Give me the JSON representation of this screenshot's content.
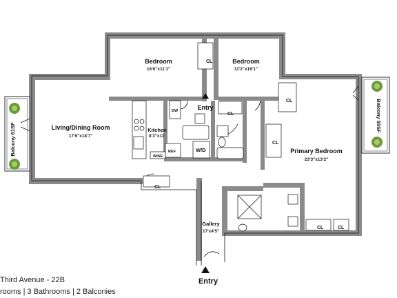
{
  "rooms": {
    "bedroom1": {
      "name": "Bedroom",
      "dim": "16'6\"x11'1\""
    },
    "bedroom2": {
      "name": "Bedroom",
      "dim": "11'2\"x16'1\""
    },
    "living": {
      "name": "Living/Dining Room",
      "dim": "17'6\"x18'7\""
    },
    "kitchen": {
      "name": "Kitchen",
      "dim": "8'3\"x11'"
    },
    "primary": {
      "name": "Primary Bedroom",
      "dim": "23'3\"x13'2\""
    },
    "gallery": {
      "name": "Gallery",
      "dim": "17'x4'5\""
    }
  },
  "balconies": {
    "left": "Balcony 61SF",
    "right": "Balcony 55SF"
  },
  "labels": {
    "closet": "CL",
    "dw": "DW",
    "wine": "WINE",
    "ref": "REF",
    "wd": "W/D"
  },
  "entries": {
    "top": "Entry",
    "bottom": "Entry"
  },
  "caption": {
    "line1": "Third Avenue - 22B",
    "line2": "rooms | 3 Bathrooms | 2 Balconies"
  }
}
